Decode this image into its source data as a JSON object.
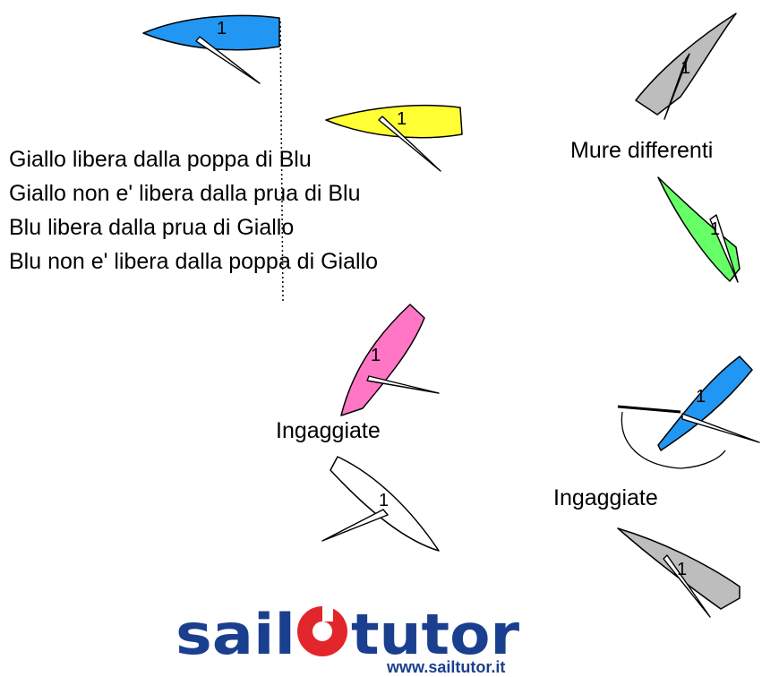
{
  "statements": [
    "Giallo libera dalla poppa di Blu",
    "Giallo non e' libera dalla prua di Blu",
    "Blu libera dalla prua di Giallo",
    "Blu non e' libera dalla poppa di Giallo"
  ],
  "labels": {
    "mure_differenti": "Mure differenti",
    "ingaggiate_center": "Ingaggiate",
    "ingaggiate_right": "Ingaggiate"
  },
  "boat_number": "1",
  "boats": {
    "blue_top": {
      "color": "#2196F3"
    },
    "yellow": {
      "color": "#FFFF33"
    },
    "grey_top_right": {
      "color": "#BDBDBD"
    },
    "green": {
      "color": "#66FF66"
    },
    "pink": {
      "color": "#FF77C4"
    },
    "white": {
      "color": "#FFFFFF"
    },
    "blue_right": {
      "color": "#2196F3"
    },
    "grey_bottom_right": {
      "color": "#BDBDBD"
    }
  },
  "logo": {
    "word_left": "sail",
    "word_right": "tutor",
    "url": "www.sailtutor.it",
    "color_blue": "#1B3F8F",
    "color_red": "#E3262C"
  }
}
